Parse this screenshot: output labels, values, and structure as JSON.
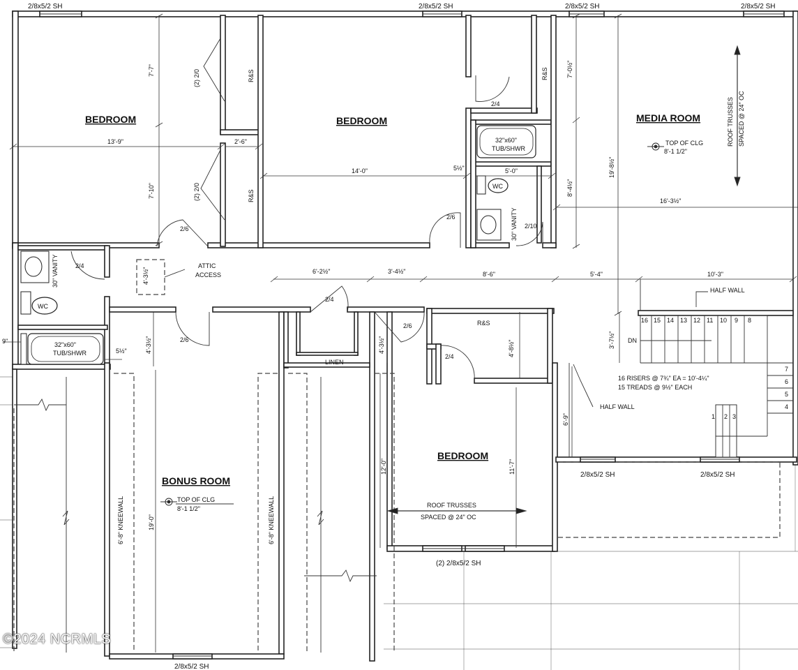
{
  "window_labels": {
    "w_top1": "2/8x5/2 SH",
    "w_top2": "2/8x5/2 SH",
    "w_top3": "2/8x5/2 SH",
    "w_top4": "2/8x5/2 SH",
    "w_right1": "2/8x5/2 SH",
    "w_right2": "2/8x5/2 SH",
    "w_bed3": "(2) 2/8x5/2 SH",
    "w_bonus": "2/8x5/2 SH"
  },
  "rooms": {
    "bedroom1": "BEDROOM",
    "bedroom2": "BEDROOM",
    "bedroom3": "BEDROOM",
    "media": "MEDIA ROOM",
    "bonus": "BONUS ROOM"
  },
  "notes": {
    "closet_doors_1": "(2) 2/0",
    "closet_doors_2": "(2) 2/0",
    "rs1": "R&S",
    "rs2": "R&S",
    "rs3": "R&S",
    "rs4": "R&S",
    "tub1": "32\"x60\"",
    "tub1b": "TUB/SHWR",
    "tub2": "32\"x60\"",
    "tub2b": "TUB/SHWR",
    "wc1": "WC",
    "wc2": "WC",
    "vanity1": "30\" VANITY",
    "vanity2": "30\" VANITY",
    "attic": "ATTIC",
    "attic2": "ACCESS",
    "linen": "LINEN",
    "half_wall1": "HALF WALL",
    "half_wall2": "HALF WALL",
    "dn": "DN",
    "risers": "16 RISERS @ 7¾\" EA = 10'-4¼\"",
    "treads": "15 TREADS @ 9½\" EACH",
    "clg_media1": "TOP OF CLG",
    "clg_media2": "8'-1 1/2\"",
    "clg_bonus1": "TOP OF CLG",
    "clg_bonus2": "8'-1 1/2\"",
    "truss_media1": "ROOF TRUSSES",
    "truss_media2": "SPACED @ 24\" OC",
    "truss_bed1": "ROOF TRUSSES",
    "truss_bed2": "SPACED @ 24\" OC",
    "kneewall1": "6'-8\" KNEEWALL",
    "kneewall2": "6'-8\" KNEEWALL"
  },
  "doors": {
    "d1": "2/4",
    "d2": "2/6",
    "d3": "2/6",
    "d4": "2/10",
    "d5": "2/4",
    "d6": "2/6",
    "d7": "2/4",
    "d8": "2/6",
    "d9": "2/4"
  },
  "dims": {
    "d_7_7": "7'-7\"",
    "d_7_10": "7'-10\"",
    "d_13_9": "13'-9\"",
    "d_2_6": "2'-6\"",
    "d_14_0": "14'-0\"",
    "d_5_half": "5½\"",
    "d_5_0": "5'-0\"",
    "d_7_0": "7'-0½\"",
    "d_8_4": "8'-4½\"",
    "d_19_8": "19'-8½\"",
    "d_16_3": "16'-3½\"",
    "d_4_3a": "4'-3½\"",
    "d_6_2": "6'-2½\"",
    "d_3_4": "3'-4½\"",
    "d_8_6": "8'-6\"",
    "d_5_4": "5'-4\"",
    "d_10_3": "10'-3\"",
    "d_9": "9\"",
    "d_5half2": "5½\"",
    "d_4_3b": "4'-3½\"",
    "d_4_3c": "4'-3½\"",
    "d_4_8": "4'-8½\"",
    "d_3_7": "3'-7½\"",
    "d_6_9": "6'-9\"",
    "d_12_0": "12'-0\"",
    "d_11_7": "11'-7\"",
    "d_19_0": "19'-0\""
  },
  "stairs_top": [
    "16",
    "15",
    "14",
    "13",
    "12",
    "11",
    "10",
    "9",
    "8"
  ],
  "stairs_right": [
    "7",
    "6",
    "5",
    "4"
  ],
  "stairs_bottom": [
    "1",
    "2",
    "3"
  ],
  "watermark": "©2024 NCRMLS"
}
